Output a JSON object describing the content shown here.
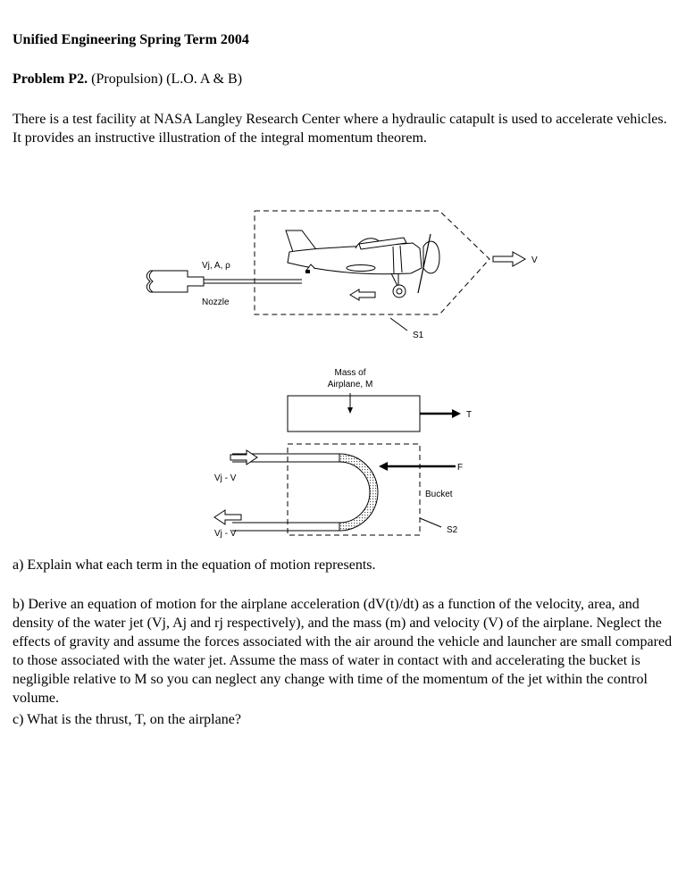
{
  "header": {
    "title": "Unified Engineering Spring Term 2004"
  },
  "problem": {
    "label": "Problem P2.",
    "subtitle": " (Propulsion) (L.O. A & B)"
  },
  "intro": "There is a test facility at NASA Langley Research Center where a hydraulic catapult is used to accelerate vehicles. It provides an instructive illustration of the integral momentum theorem.",
  "figure": {
    "labels": {
      "jet": "Vj, A, ρ",
      "nozzle": "Nozzle",
      "velocity": "V",
      "s1": "S1",
      "mass_line1": "Mass of",
      "mass_line2": "Airplane, M",
      "thrust": "T",
      "force": "F",
      "bucket": "Bucket",
      "s2": "S2",
      "rel_in": "Vj - V",
      "rel_out": "Vj - V"
    }
  },
  "questions": {
    "a": "a) Explain what each term in the equation of motion represents.",
    "b": "b) Derive an equation of motion for the airplane acceleration (dV(t)/dt) as a function of the velocity, area, and density of the water jet (Vj, Aj and rj respectively), and the mass (m) and velocity (V) of the airplane. Neglect the effects of gravity and assume the forces associated with the air around the vehicle and launcher are small compared to those associated with the water jet. Assume the mass of water in contact with and accelerating the bucket is negligible relative to M so you can neglect any change with time of the momentum of the jet within the control volume.",
    "c": "c) What is the thrust, T, on the airplane?"
  }
}
